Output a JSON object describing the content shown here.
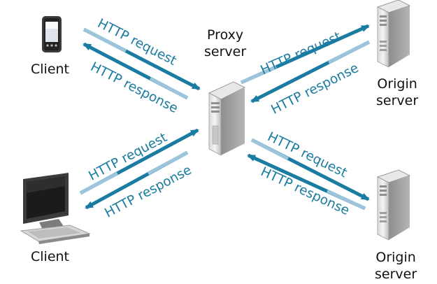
{
  "nodes": {
    "client_phone": {
      "label": [
        "Client"
      ]
    },
    "client_desktop": {
      "label": [
        "Client"
      ]
    },
    "proxy": {
      "label": [
        "Proxy",
        "server"
      ]
    },
    "origin_top": {
      "label": [
        "Origin",
        "server"
      ]
    },
    "origin_bottom": {
      "label": [
        "Origin",
        "server"
      ]
    }
  },
  "links": {
    "request_label": "HTTP request",
    "response_label": "HTTP response"
  },
  "colors": {
    "dark_arrow": "#1a7ca0",
    "light_arrow": "#9cc4db",
    "label": "#1a7ca0"
  }
}
